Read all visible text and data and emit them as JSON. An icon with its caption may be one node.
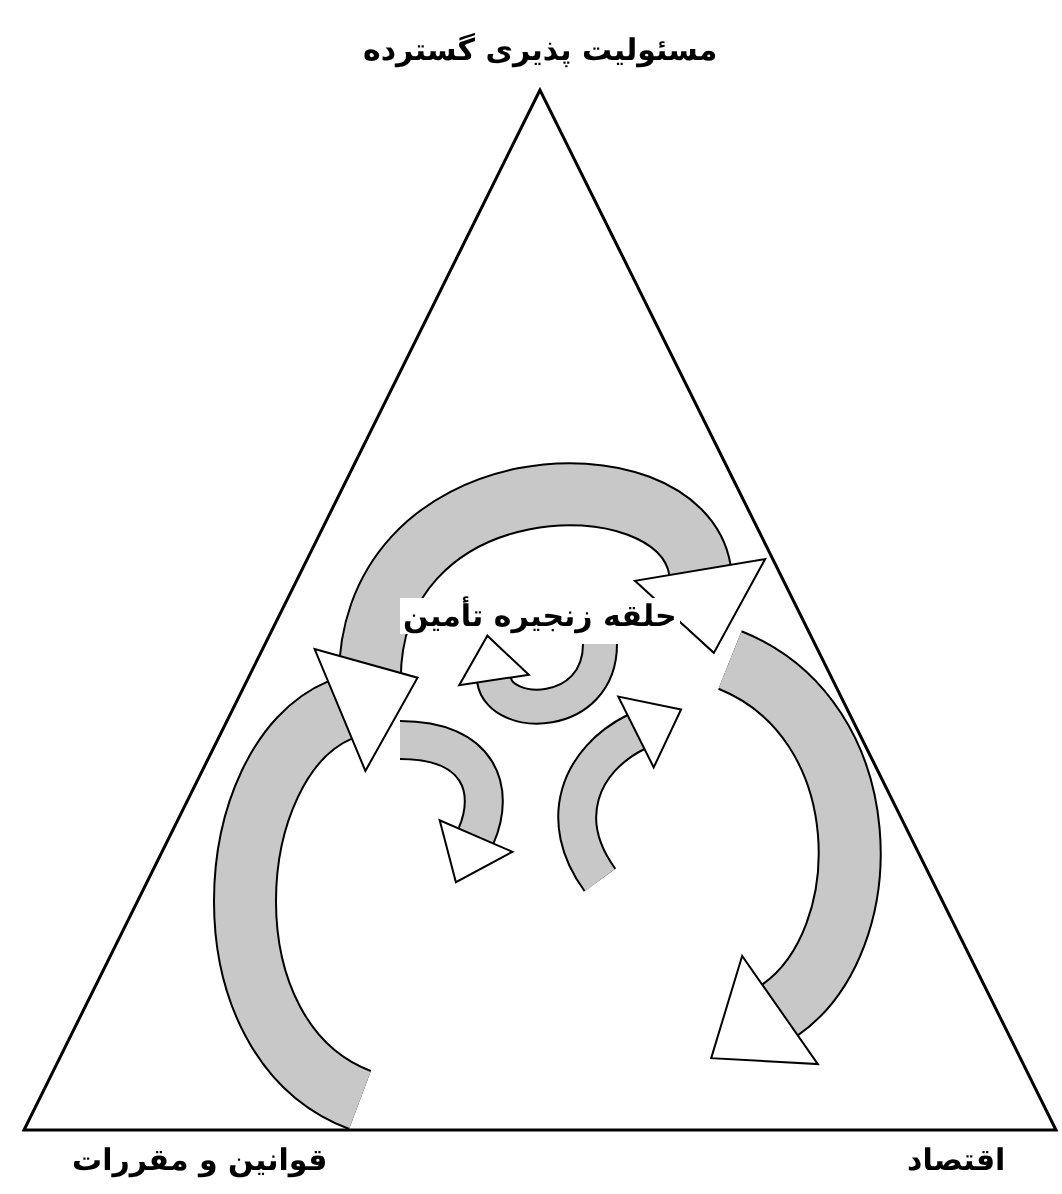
{
  "diagram": {
    "labels": [
      "مسئولیت پذیری گسترده",
      "حلقه زنجیره تأمین",
      "قوانین و مقررات",
      "اقتصاد"
    ]
  }
}
